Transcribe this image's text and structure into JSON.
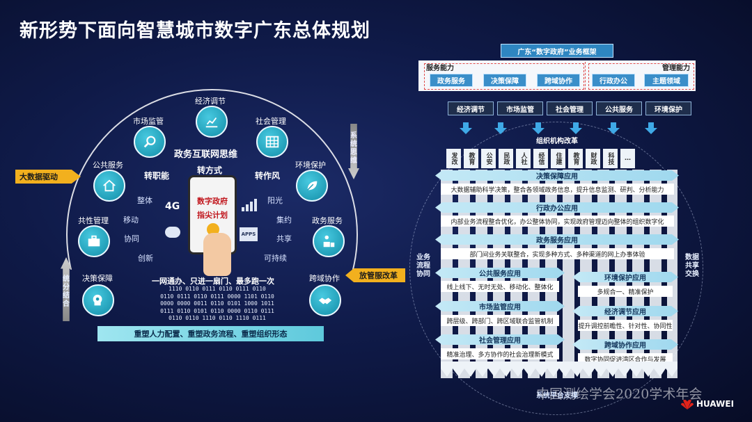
{
  "title": "新形势下面向智慧城市数字广东总体规划",
  "left": {
    "nodes": [
      "经济调节",
      "市场监管",
      "社会管理",
      "公共服务",
      "环境保护",
      "共性管理",
      "政务服务",
      "决策保障",
      "跨域协作"
    ],
    "center_title": "政务互联网思维",
    "center_row2": [
      "转职能",
      "转方式",
      "转作风"
    ],
    "left_words": [
      "整体",
      "移动",
      "协同",
      "创新"
    ],
    "right_words": [
      "阳光",
      "集约",
      "共享",
      "可持续"
    ],
    "icon_4g": "4G",
    "icon_apps": "APPS",
    "phone_line1": "数字政府",
    "phone_line2": "指尖计划",
    "slogan": "一网通办、只进一扇门、最多跑一次",
    "binary": [
      "1110 0110 0111 0110 0111 0110",
      "0110 0111 0110 0111 0000 1101 0110",
      "0000 0000 0011 0110 0101 1000 1011",
      "0111 0110 0101 0110 0000 0110 0111",
      "0110 0110 1110 0110 1110 0111"
    ],
    "bottom_bar": "重塑人力配置、重塑政务流程、重塑组织形态",
    "tag_left": "大数据驱动",
    "tag_right": "放管服改革",
    "vert_right": "系统思维",
    "vert_left": "统分结合"
  },
  "right": {
    "framework_title": "广东“数字政府”业务框架",
    "service_capability": "服务能力",
    "management_capability": "管理能力",
    "top_buttons": [
      "政务服务",
      "决策保障",
      "跨域协作",
      "行政办公",
      "主题领域"
    ],
    "second_row": [
      "经济调节",
      "市场监管",
      "社会管理",
      "公共服务",
      "环境保护"
    ],
    "org_reform": "组织机构改革",
    "departments": [
      "发改",
      "教育",
      "公安",
      "民政",
      "人社",
      "经信",
      "住建",
      "教育",
      "财政",
      "科技",
      "…"
    ],
    "apps": [
      {
        "name": "决策保障应用",
        "desc": "大数据辅助科学决策，整合各领域政务信息，提升信息监测、研判、分析能力"
      },
      {
        "name": "行政办公应用",
        "desc": "内部业务流程整合优化，办公整体协同，实现政府管理迈向整体的组织数字化"
      },
      {
        "name": "政务服务应用",
        "desc": "部门间业务关联整合，实现多种方式、多种渠道的网上办事体验"
      }
    ],
    "left_apps": [
      {
        "name": "公共服务应用",
        "desc": "线上线下、无时无处、移动化、整体化"
      },
      {
        "name": "市场监管应用",
        "desc": "跨层级、跨部门、跨区域联合监管机制"
      },
      {
        "name": "社会管理应用",
        "desc": "精准治理、多方协作的社会治理新模式"
      }
    ],
    "right_apps": [
      {
        "name": "环境保护应用",
        "desc": "多规合一、精准保护"
      },
      {
        "name": "经济调节应用",
        "desc": "提升调控前瞻性、针对性、协同性"
      },
      {
        "name": "跨域协作应用",
        "desc": "数字协同促进湾区合作与发展"
      }
    ],
    "side_left": "业务流程协同",
    "side_right": "数据共享交换",
    "bottom_label": "系统平台支撑"
  },
  "watermark": "中国测绘学会2020学术年会",
  "brand": "HUAWEI"
}
